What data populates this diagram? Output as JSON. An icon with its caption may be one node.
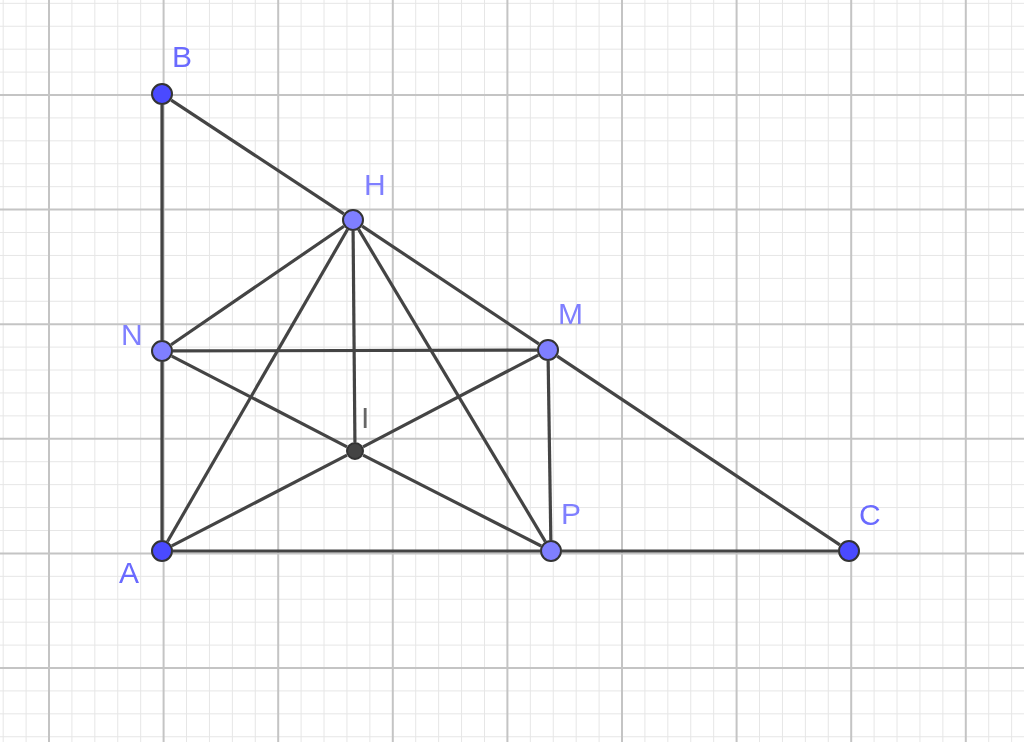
{
  "diagram": {
    "nodes": [
      {
        "text": [],
        "shape": "circle",
        "beside": [
          "B"
        ]
      },
      {
        "text": [],
        "shape": "circle",
        "beside": [
          "H"
        ]
      },
      {
        "text": [],
        "shape": "circle",
        "beside": [
          "N"
        ]
      },
      {
        "text": [],
        "shape": "circle",
        "beside": [
          "M"
        ]
      },
      {
        "text": [],
        "shape": "circle",
        "beside": [
          "I"
        ]
      },
      {
        "text": [],
        "shape": "circle",
        "beside": [
          "A"
        ]
      },
      {
        "text": [],
        "shape": "circle",
        "beside": [
          "P"
        ]
      },
      {
        "text": [],
        "shape": "circle",
        "beside": [
          "C"
        ]
      }
    ],
    "edges": [
      {
        "from": 0,
        "to": 1,
        "arrow": "none"
      },
      {
        "from": 1,
        "to": 3,
        "arrow": "none"
      },
      {
        "from": 3,
        "to": 7,
        "arrow": "none"
      },
      {
        "from": 5,
        "to": 6,
        "arrow": "none"
      },
      {
        "from": 6,
        "to": 7,
        "arrow": "none"
      },
      {
        "from": 5,
        "to": 2,
        "arrow": "none"
      },
      {
        "from": 2,
        "to": 0,
        "arrow": "none"
      },
      {
        "from": 1,
        "to": 2,
        "arrow": "none"
      },
      {
        "from": 1,
        "to": 5,
        "arrow": "none"
      },
      {
        "from": 1,
        "to": 4,
        "arrow": "none"
      },
      {
        "from": 1,
        "to": 6,
        "arrow": "none"
      },
      {
        "from": 2,
        "to": 3,
        "arrow": "none"
      },
      {
        "from": 2,
        "to": 4,
        "arrow": "none"
      },
      {
        "from": 4,
        "to": 6,
        "arrow": "none"
      },
      {
        "from": 5,
        "to": 4,
        "arrow": "none"
      },
      {
        "from": 4,
        "to": 3,
        "arrow": "none"
      },
      {
        "from": 3,
        "to": 6,
        "arrow": "none"
      }
    ]
  }
}
